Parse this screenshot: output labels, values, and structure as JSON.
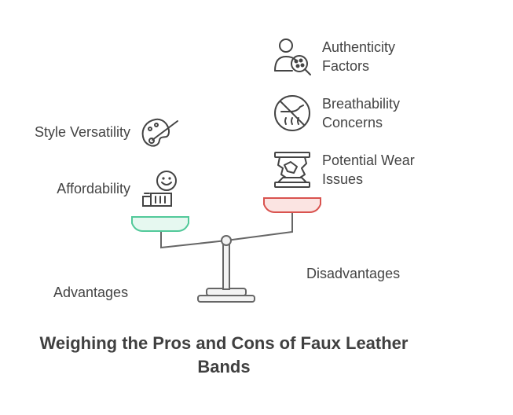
{
  "title": "Weighing the Pros and Cons of Faux Leather Bands",
  "advantages": {
    "label": "Advantages",
    "color": "#52c99a",
    "fill": "#e6f8f0",
    "items": [
      "Style Versatility",
      "Affordability"
    ]
  },
  "disadvantages": {
    "label": "Disadvantages",
    "color": "#d9534f",
    "fill": "#fbe4e2",
    "items": [
      {
        "line1": "Authenticity",
        "line2": "Factors"
      },
      {
        "line1": "Breathability",
        "line2": "Concerns"
      },
      {
        "line1": "Potential Wear",
        "line2": "Issues"
      }
    ]
  },
  "icons": {
    "style_versatility": "paint-palette-icon",
    "affordability": "happy-person-cash-icon",
    "authenticity": "person-inspect-icon",
    "breathability": "no-heat-hand-icon",
    "wear": "worn-material-icon"
  }
}
